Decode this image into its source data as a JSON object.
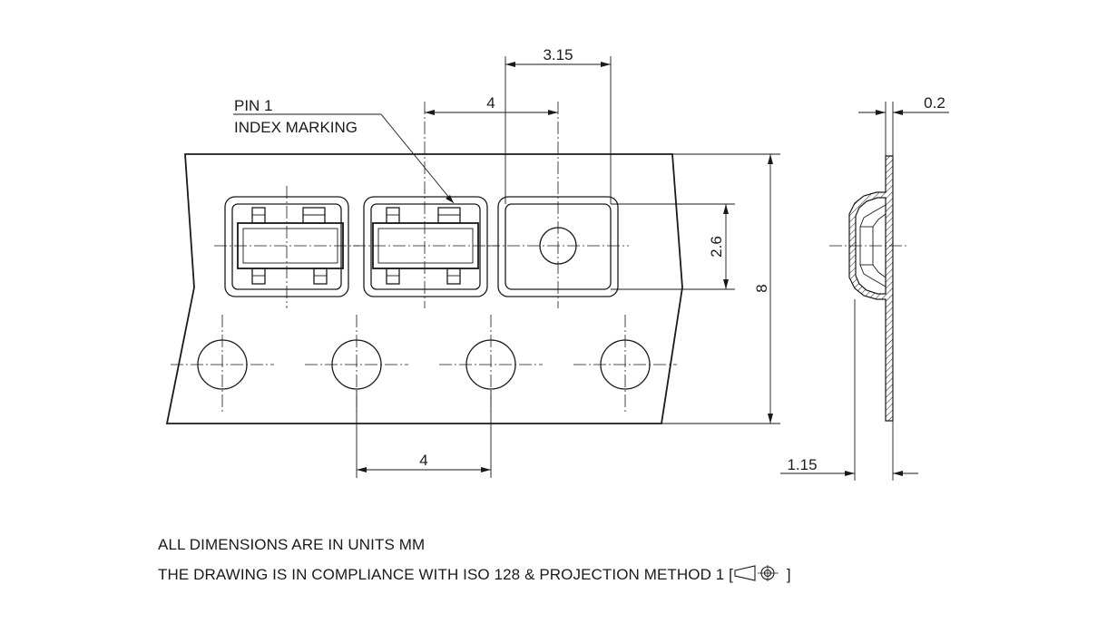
{
  "labels": {
    "pin1_line1": "PIN 1",
    "pin1_line2": "INDEX MARKING"
  },
  "dimensions": {
    "pocket_width": "3.15",
    "pocket_pitch": "4",
    "pocket_height": "2.6",
    "tape_width": "8",
    "sprocket_pitch": "4",
    "tape_thickness": "0.2",
    "pocket_depth": "1.15"
  },
  "notes": {
    "units": "ALL DIMENSIONS ARE IN UNITS MM",
    "compliance_prefix": "THE DRAWING IS IN COMPLIANCE WITH ISO 128 & PROJECTION METHOD 1 [",
    "compliance_suffix": " ]"
  },
  "icons": {
    "projection_symbol": "first-angle-projection-icon"
  }
}
